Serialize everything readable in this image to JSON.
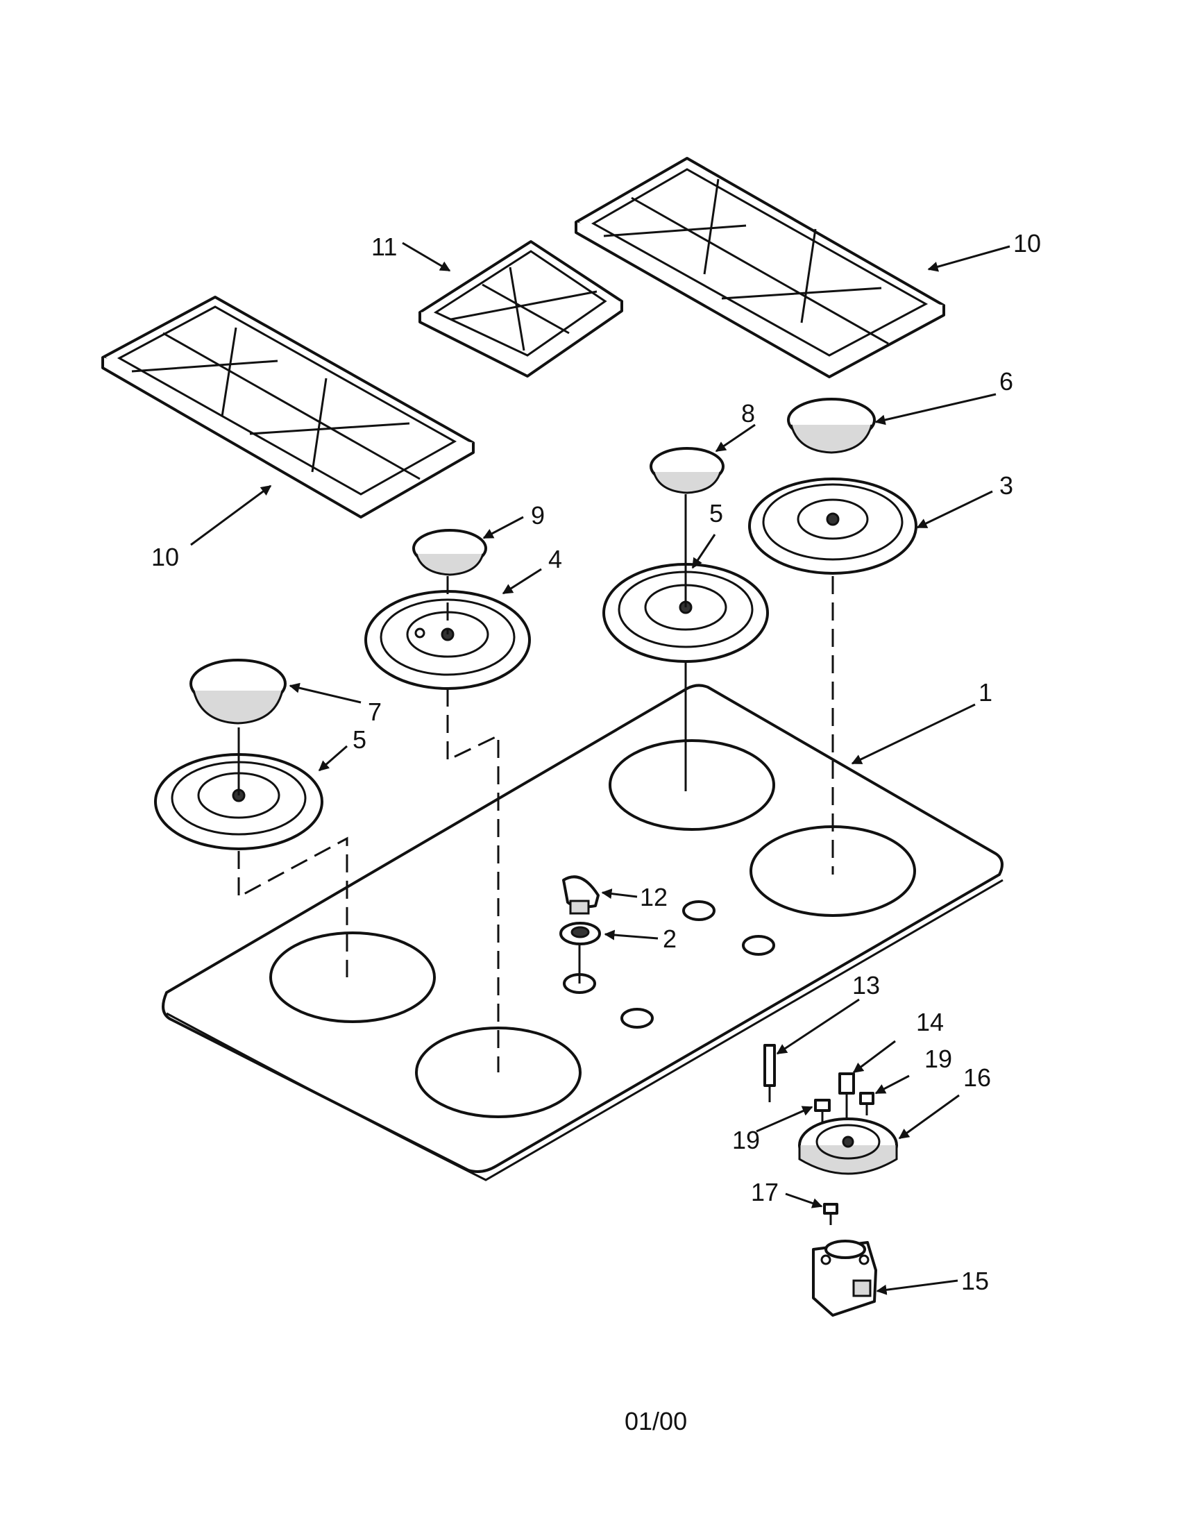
{
  "callouts": [
    {
      "id": "c1",
      "text": "1"
    },
    {
      "id": "c2",
      "text": "2"
    },
    {
      "id": "c3",
      "text": "3"
    },
    {
      "id": "c4",
      "text": "4"
    },
    {
      "id": "c5a",
      "text": "5"
    },
    {
      "id": "c5b",
      "text": "5"
    },
    {
      "id": "c6",
      "text": "6"
    },
    {
      "id": "c7",
      "text": "7"
    },
    {
      "id": "c8",
      "text": "8"
    },
    {
      "id": "c9",
      "text": "9"
    },
    {
      "id": "c10a",
      "text": "10"
    },
    {
      "id": "c10b",
      "text": "10"
    },
    {
      "id": "c11",
      "text": "11"
    },
    {
      "id": "c12",
      "text": "12"
    },
    {
      "id": "c13",
      "text": "13"
    },
    {
      "id": "c14",
      "text": "14"
    },
    {
      "id": "c15",
      "text": "15"
    },
    {
      "id": "c16",
      "text": "16"
    },
    {
      "id": "c17",
      "text": "17"
    },
    {
      "id": "c19a",
      "text": "19"
    },
    {
      "id": "c19b",
      "text": "19"
    }
  ],
  "footer": {
    "date_code": "01/00"
  }
}
